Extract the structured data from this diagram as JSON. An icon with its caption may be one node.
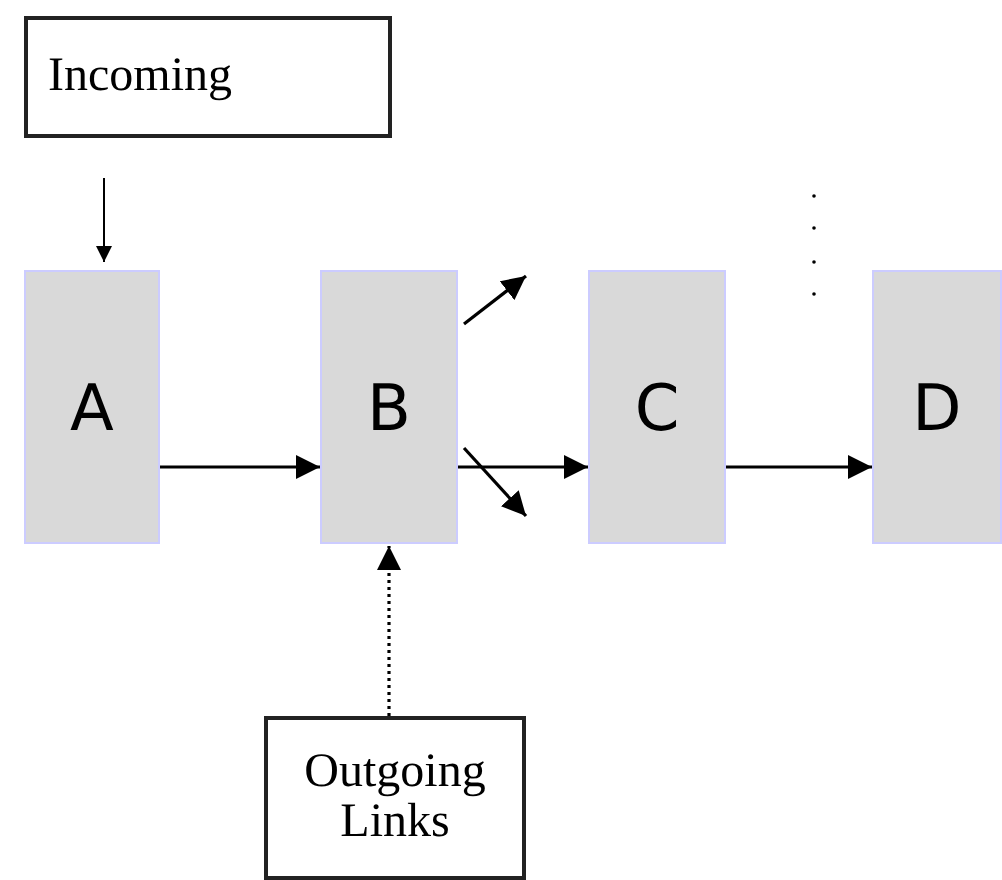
{
  "diagram": {
    "nodes": [
      {
        "text": [
          "Incoming"
        ]
      },
      {
        "text": [
          "A"
        ]
      },
      {
        "text": [
          "B"
        ]
      },
      {
        "text": [
          "C"
        ]
      },
      {
        "text": [
          "D"
        ]
      },
      {
        "text": [
          "Outgoing Links"
        ]
      }
    ],
    "edges": [
      {
        "from": 0,
        "to": 1,
        "arrow": "to"
      },
      {
        "from": 1,
        "to": 2,
        "arrow": "to"
      },
      {
        "from": 2,
        "to": null,
        "arrow": "to"
      },
      {
        "from": 2,
        "to": 3,
        "arrow": "to"
      },
      {
        "from": 2,
        "to": null,
        "arrow": "to"
      },
      {
        "from": 3,
        "to": 4,
        "arrow": "to"
      },
      {
        "from": 5,
        "to": 2,
        "arrow": "to",
        "style": "dashed"
      }
    ]
  }
}
